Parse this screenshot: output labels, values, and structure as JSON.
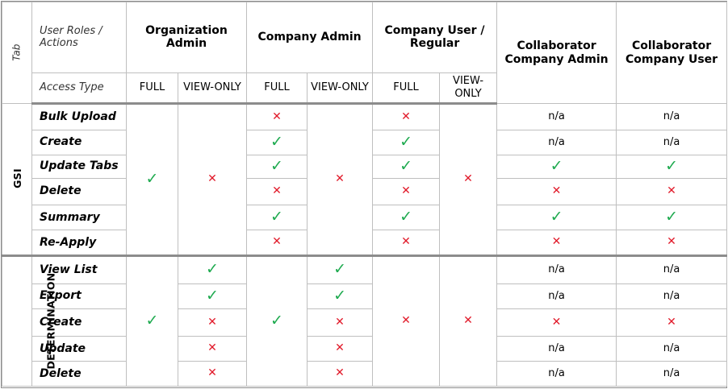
{
  "header": {
    "tab_label": "Tab",
    "roles_label": "User Roles / Actions",
    "access_label": "Access Type",
    "roles": [
      {
        "name": "Organization Admin"
      },
      {
        "name": "Company Admin"
      },
      {
        "name": "Company User / Regular"
      },
      {
        "name": "Collaborator Company Admin"
      },
      {
        "name": "Collaborator Company User"
      }
    ],
    "access_full": "FULL",
    "access_view": "VIEW-ONLY"
  },
  "marks": {
    "yes": "✓",
    "no": "✕",
    "na": "n/a"
  },
  "sections": [
    {
      "tab": "GSI",
      "rows": [
        {
          "action": "Bulk Upload",
          "ca_full": "no",
          "cu_full": "no",
          "colla": "na",
          "collu": "na"
        },
        {
          "action": "Create",
          "ca_full": "yes",
          "cu_full": "yes",
          "colla": "na",
          "collu": "na"
        },
        {
          "action": "Update Tabs",
          "ca_full": "yes",
          "cu_full": "yes",
          "colla": "yes",
          "collu": "yes"
        },
        {
          "action": "Delete",
          "ca_full": "no",
          "cu_full": "no",
          "colla": "no",
          "collu": "no"
        },
        {
          "action": "Summary",
          "ca_full": "yes",
          "cu_full": "yes",
          "colla": "yes",
          "collu": "yes"
        },
        {
          "action": "Re-Apply",
          "ca_full": "no",
          "cu_full": "no",
          "colla": "no",
          "collu": "no"
        }
      ],
      "merged": {
        "oa_full": "yes",
        "oa_view": "no",
        "ca_view": "no",
        "cu_view": "no"
      }
    },
    {
      "tab": "DETERMINATION",
      "rows": [
        {
          "action": "View List",
          "oa_view": "yes",
          "ca_view": "yes",
          "colla": "na",
          "collu": "na"
        },
        {
          "action": "Export",
          "oa_view": "yes",
          "ca_view": "yes",
          "colla": "na",
          "collu": "na"
        },
        {
          "action": "Create",
          "oa_view": "no",
          "ca_view": "no",
          "colla": "no",
          "collu": "no"
        },
        {
          "action": "Update",
          "oa_view": "no",
          "ca_view": "no",
          "colla": "na",
          "collu": "na"
        },
        {
          "action": "Delete",
          "oa_view": "no",
          "ca_view": "no",
          "colla": "na",
          "collu": "na"
        }
      ],
      "merged": {
        "oa_full": "yes",
        "ca_full": "yes",
        "cu_full": "no",
        "cu_view": "no"
      }
    }
  ]
}
